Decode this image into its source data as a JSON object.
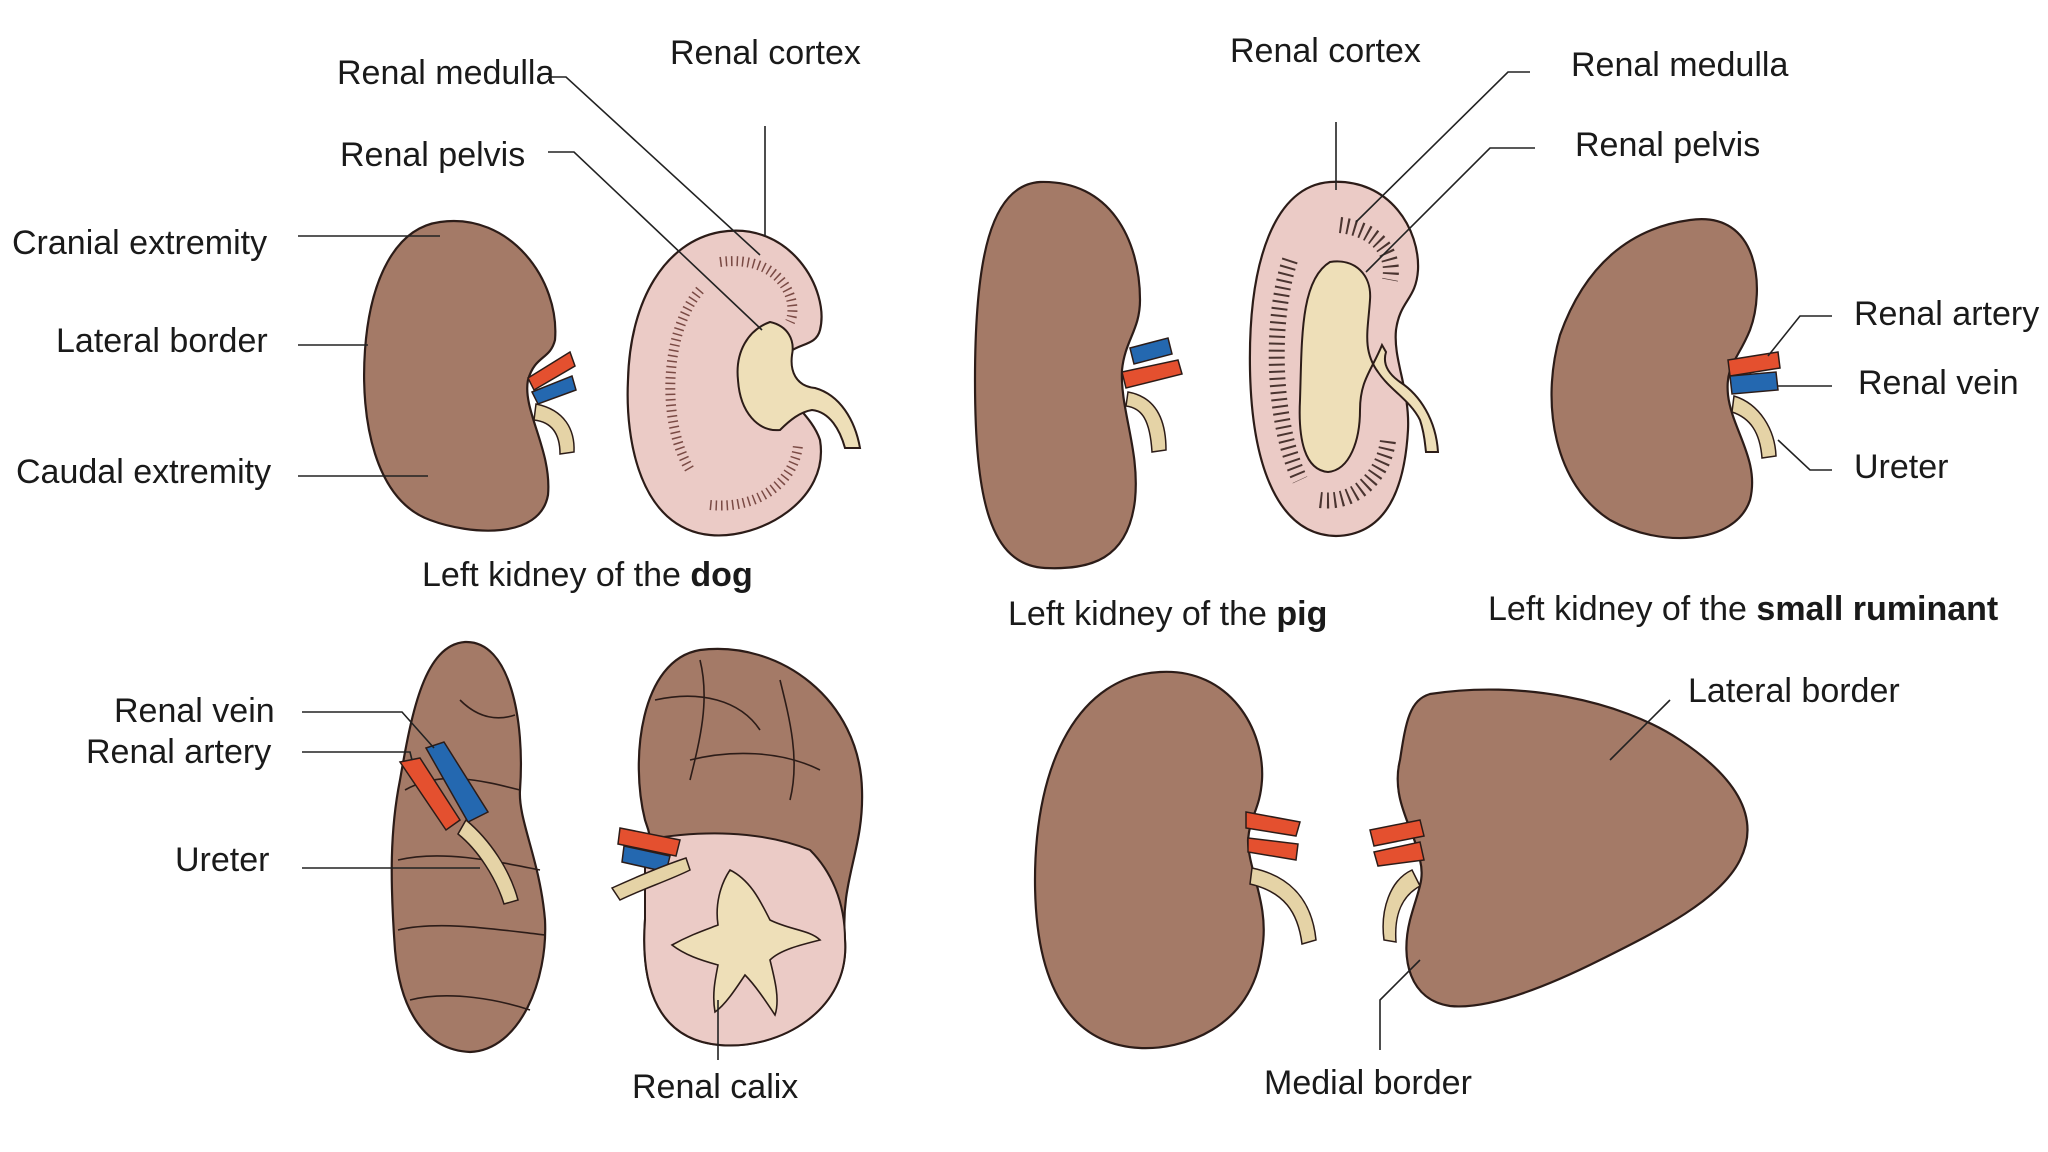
{
  "colors": {
    "kidney": "#a47a67",
    "kidney_outline": "#2c1c18",
    "cortex": "#ebcbc6",
    "pelvis": "#eedfb8",
    "ureter": "#e5d3a6",
    "artery": "#e4502f",
    "vein": "#2468b0",
    "leader": "#222222"
  },
  "dog": {
    "label_medulla": "Renal medulla",
    "label_cortex": "Renal cortex",
    "label_pelvis": "Renal pelvis",
    "label_cranial": "Cranial extremity",
    "label_lateral": "Lateral border",
    "label_caudal": "Caudal extremity",
    "caption_prefix": "Left kidney of the ",
    "caption_bold": "dog"
  },
  "pig": {
    "label_cortex": "Renal cortex",
    "label_medulla": "Renal medulla",
    "label_pelvis": "Renal pelvis",
    "caption_prefix": "Left kidney of the ",
    "caption_bold": "pig"
  },
  "small_ruminant": {
    "label_artery": "Renal artery",
    "label_vein": "Renal vein",
    "label_ureter": "Ureter",
    "caption_prefix": "Left kidney of the ",
    "caption_bold": "small ruminant"
  },
  "ox": {
    "label_vein": "Renal vein",
    "label_artery": "Renal artery",
    "label_ureter": "Ureter",
    "label_calix": "Renal calix"
  },
  "horse": {
    "label_lateral": "Lateral border",
    "label_medial": "Medial border"
  }
}
